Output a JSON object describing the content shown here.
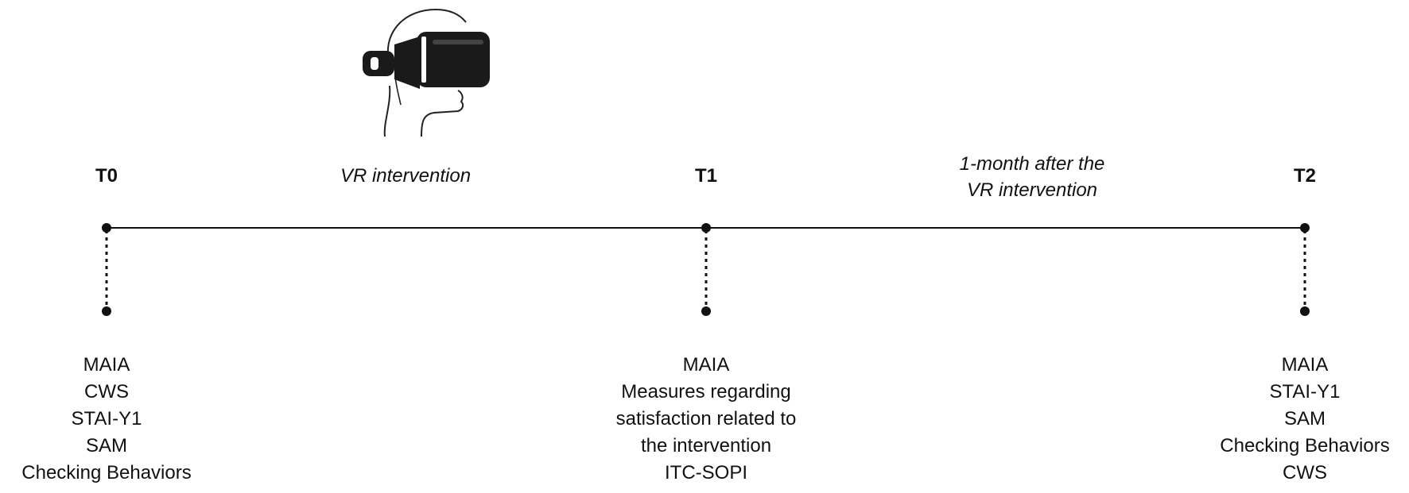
{
  "timepoints": [
    {
      "label": "T0",
      "measures": [
        "MAIA",
        "CWS",
        "STAI-Y1",
        "SAM",
        "Checking Behaviors"
      ]
    },
    {
      "label": "T1",
      "measures": [
        "MAIA",
        "Measures regarding",
        "satisfaction related to",
        "the intervention",
        "ITC-SOPI"
      ]
    },
    {
      "label": "T2",
      "measures": [
        "MAIA",
        "STAI-Y1",
        "SAM",
        "Checking Behaviors",
        "CWS"
      ]
    }
  ],
  "phases": [
    {
      "lines": [
        "VR intervention"
      ]
    },
    {
      "lines": [
        "1-month after the",
        "VR intervention"
      ]
    }
  ],
  "icons": {
    "headset": "vr-headset-icon"
  }
}
